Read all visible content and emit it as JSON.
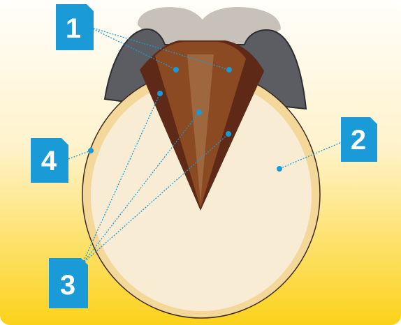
{
  "labels": {
    "one": "1",
    "two": "2",
    "three": "3",
    "four": "4"
  },
  "colors": {
    "accent": "#1a9ad6",
    "leader": "#1a9ad6",
    "background_top": "#fffdf2",
    "background_bottom": "#fbd21a",
    "sole": "#f8ecd3",
    "white_line": "#f3d89a",
    "frog": "#8b4a22",
    "bars": "#5e2a17",
    "hoof_wall": "#5a5c61",
    "heel_bulbs": "#c6c0b8"
  }
}
